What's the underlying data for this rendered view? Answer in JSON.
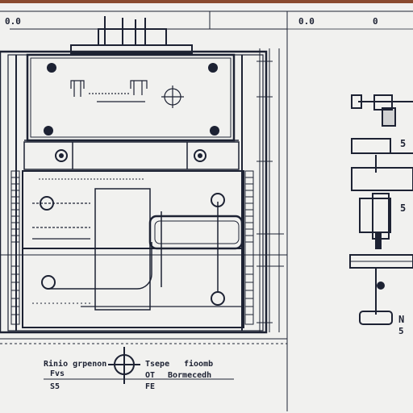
{
  "drawing": {
    "colors": {
      "paper": "#f1f1ef",
      "ink": "#1d2233",
      "brown": "#8a5a3a",
      "backdrop": "#8a4a2e"
    },
    "top_labels": {
      "left_corner": "0.0",
      "right_group_a": "0.0",
      "right_group_b": "0"
    },
    "side_labels": {
      "upper": "5",
      "middle": "5",
      "lower": "N",
      "lower_sub": "5"
    },
    "bottom_notes": {
      "note1": "Rinio grpenon",
      "note2": "Fvs",
      "note3": "S5",
      "note4": "Tsepe",
      "note5": "Bormecedh",
      "note6": "OT",
      "note7": "FE",
      "note8": "fioomb"
    }
  }
}
